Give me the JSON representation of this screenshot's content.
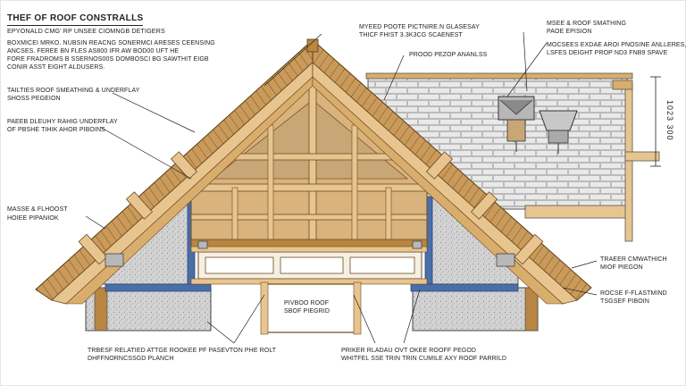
{
  "title": "THEF OF ROOF CONSTRALLS",
  "subtitle": "EPYONALD CMG' RP UNSEE CIOMNGB DETIGERS",
  "intro": [
    "BOXMICEI MRKO. NUBSIN REACNG SONERMCI ARESES CEENSING",
    "ANCSES. FEREE BN FLES AS800 IFR AW BOD00 UFT HE",
    "FORE FRADROMS B SSERNOS00S DOMBOSCI BG SAWTHIT EIGB",
    "CONIR ASST EIGHT ALDUSERS."
  ],
  "labels": {
    "top_center": [
      "MYEED POOTE PICTNIRE.N GLASESAY",
      "THICF FHIST 3.3K3CG SCAENEST"
    ],
    "top_right_a": [
      "MSEE & ROOF SMATHING",
      "PAOE EPISION"
    ],
    "top_right_b": [
      "MOCSEES EXDAE AROI PNOSINE ANLLERES,",
      "LSFES DEIGHT PROP ND3 FNB9 SPAVE"
    ],
    "mid_top": "PROOD PEZOP ANANLSS",
    "left_a": [
      "TAILTIES ROOF SMEATHING & UNDERFLAY",
      "SHOSS PEGEION"
    ],
    "left_b": [
      "PAEEB DLEUHY RAHIG UNDERFLAY",
      "OF PBSHE TIHIK AHOR PIBOINS"
    ],
    "left_c": [
      "MASSE & FLHOOST",
      "HOIEE PIPANIOK"
    ],
    "right_a": [
      "TRAEER CMWATHICH",
      "MIOF PIEGON"
    ],
    "right_b": [
      "ROCSE F-FLASTMIND",
      "TSGSEF PIBOIN"
    ],
    "center_box": [
      "PIVBOO ROOF",
      "SBOF PIEGRID"
    ],
    "bottom_left": [
      "TRBESF RELATIED ATTGE ROOKEE PF PASEVTON PHE ROLT",
      "DHFFNORNCSSGD PLANCH"
    ],
    "bottom_right": [
      "PRIKER RLADAU OVT OKEE ROOFF PEGOD",
      "WHITFEL SSE TRIN TRIN CUMILE AXY ROOF PARRILD"
    ],
    "dimension": "1023 300"
  },
  "colors": {
    "wood_light": "#e8c48f",
    "wood_mid": "#d9ad6c",
    "wood_dark": "#b88542",
    "insulation": "#c9a676",
    "concrete": "#cfcfcf",
    "blue_trim": "#4a6ea8",
    "brick": "#ececec",
    "line": "#222222"
  }
}
